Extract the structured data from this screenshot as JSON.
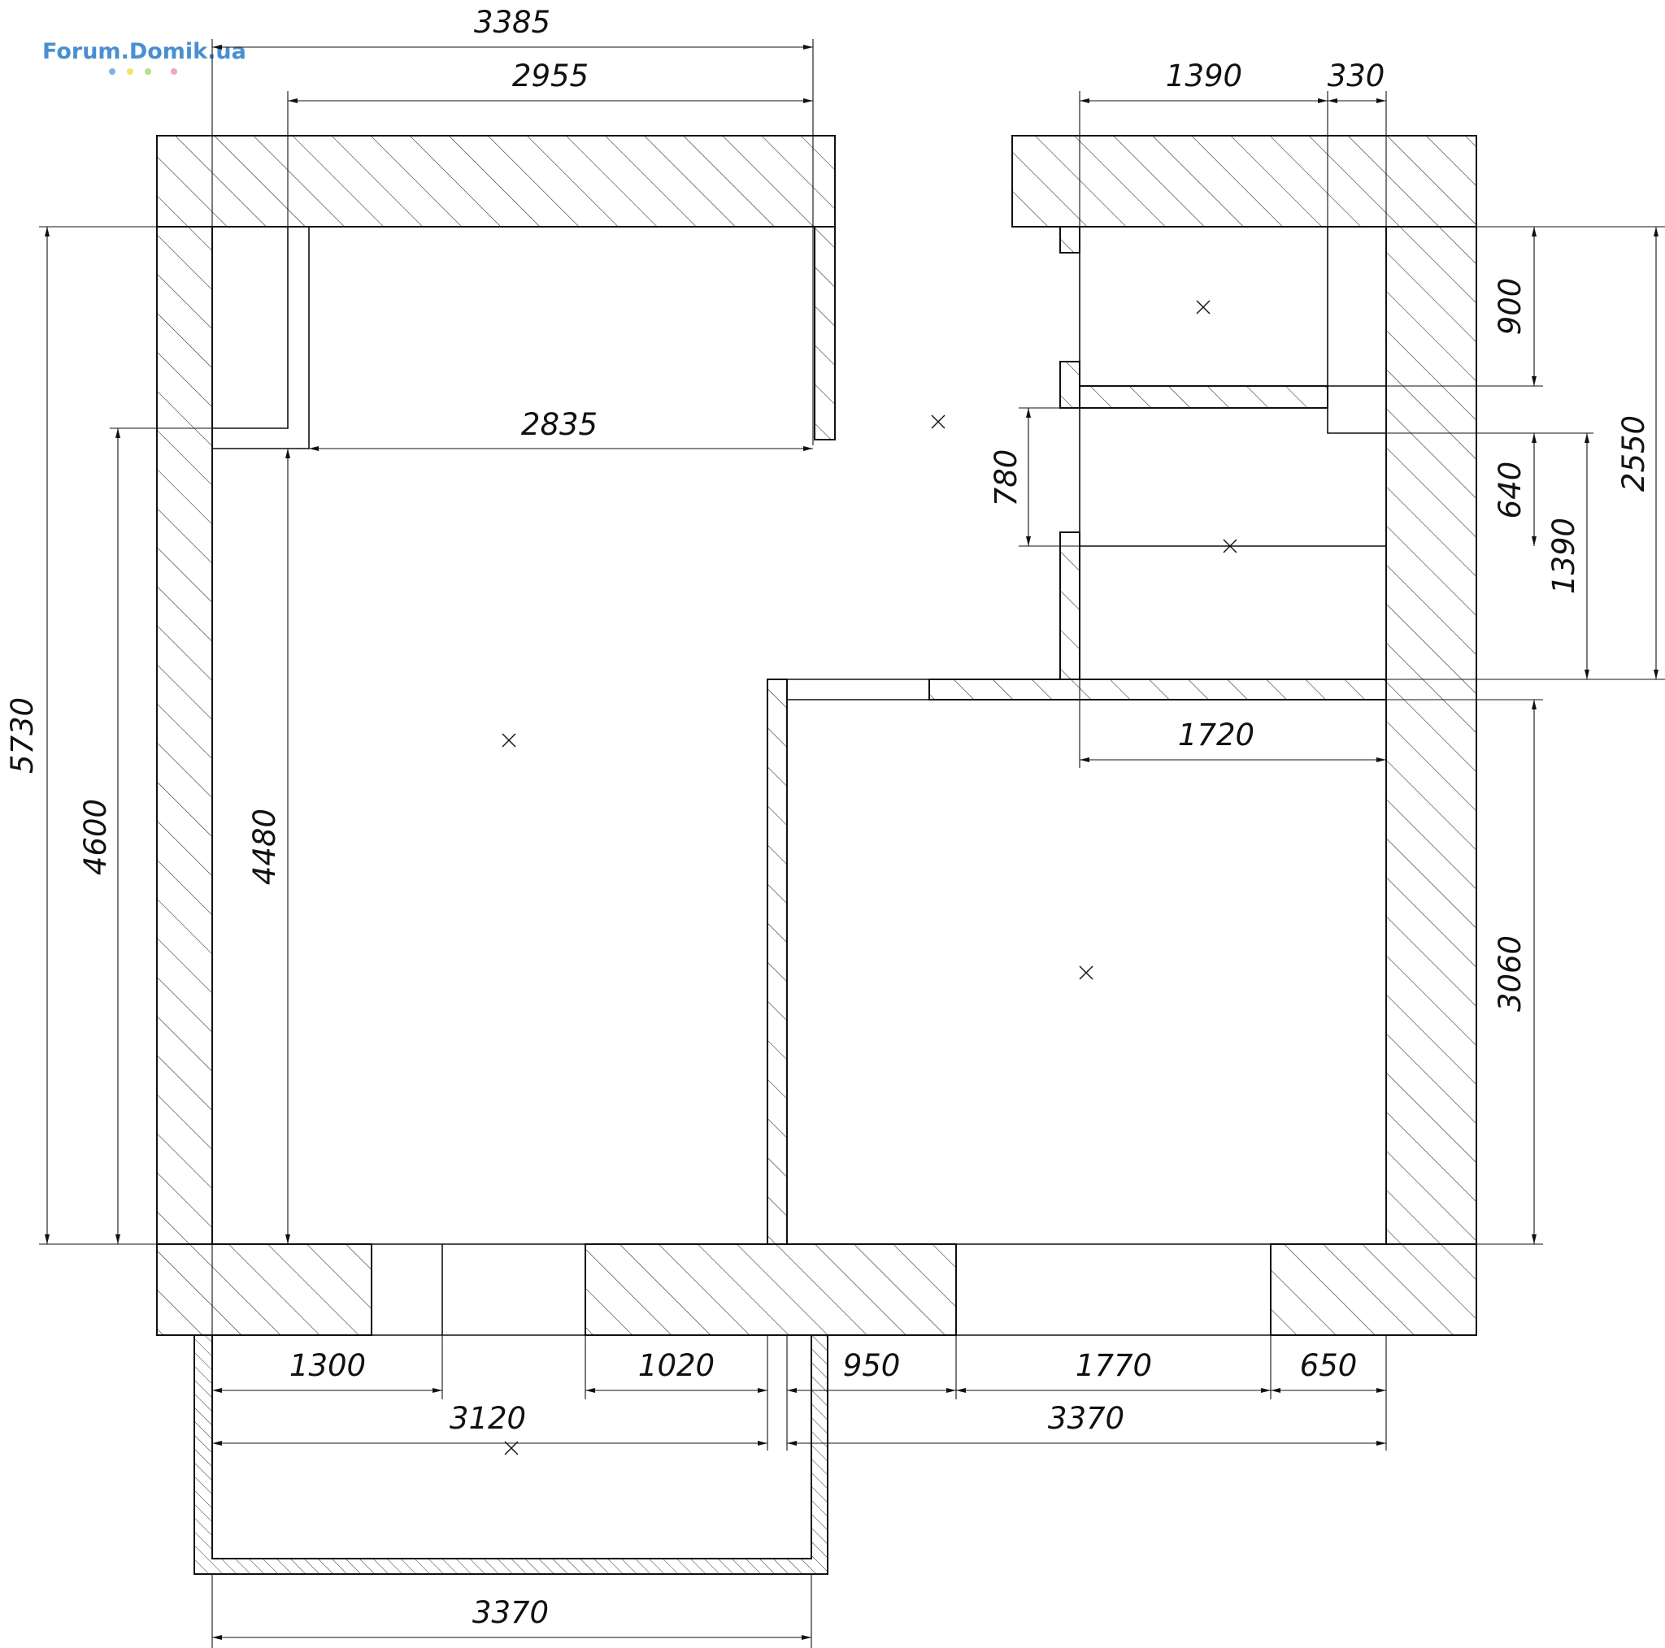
{
  "logo": {
    "text": "Forum.Domik.ua",
    "dot_colors": [
      "#7fb3e6",
      "#f2e26a",
      "#b6e08a",
      "#f0a6c6"
    ]
  },
  "plan": {
    "line_color": "#111111",
    "dimensions_top": {
      "overall_width": "3385",
      "width_upper": "2955",
      "room_width": "2835",
      "bath_width": "1390",
      "bath_wall": "330"
    },
    "dimensions_left": {
      "total_height": "5730",
      "room_height": "4600",
      "inner_height": "4480"
    },
    "dimensions_right": {
      "bath_height": "900",
      "outer_height": "2550",
      "wc_height": "640",
      "wc_height_total": "1390",
      "corridor_door": "780",
      "room_height": "3060",
      "corridor_width": "1720"
    },
    "dimensions_bottom": {
      "segment_1": "1300",
      "segment_2": "1020",
      "segment_3": "950",
      "segment_4": "1770",
      "segment_5": "650",
      "room_left": "3120",
      "room_right": "3370",
      "balcony": "3370"
    }
  }
}
